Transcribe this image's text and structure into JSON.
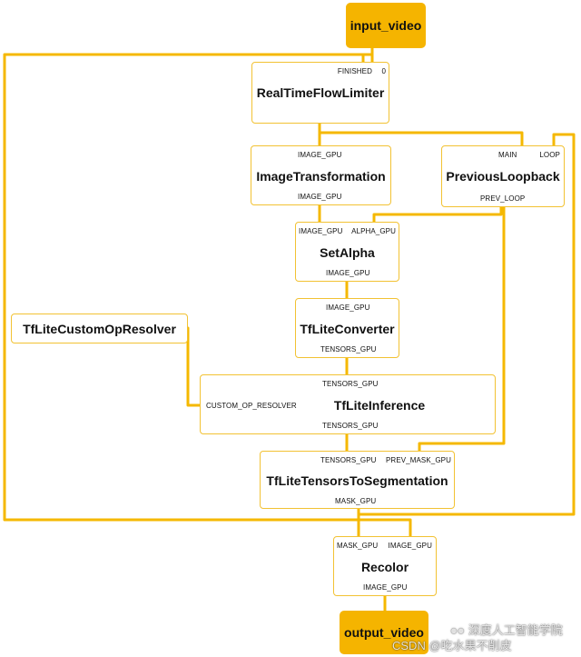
{
  "colors": {
    "wire": "#f5b800",
    "node_border": "#f2c233",
    "io_fill": "#f5b400"
  },
  "inputs": {
    "input_video": "input_video"
  },
  "outputs": {
    "output_video": "output_video"
  },
  "nodes": {
    "flow_limiter": {
      "title": "RealTimeFlowLimiter",
      "ports": {
        "finished": "FINISHED",
        "zero": "0"
      }
    },
    "image_transformation": {
      "title": "ImageTransformation",
      "ports": {
        "in": "IMAGE_GPU",
        "out": "IMAGE_GPU"
      }
    },
    "previous_loopback": {
      "title": "PreviousLoopback",
      "ports": {
        "main": "MAIN",
        "loop": "LOOP",
        "prev_loop": "PREV_LOOP"
      }
    },
    "set_alpha": {
      "title": "SetAlpha",
      "ports": {
        "image": "IMAGE_GPU",
        "alpha": "ALPHA_GPU",
        "out": "IMAGE_GPU"
      }
    },
    "tflite_converter": {
      "title": "TfLiteConverter",
      "ports": {
        "in": "IMAGE_GPU",
        "out": "TENSORS_GPU"
      }
    },
    "custom_op_resolver": {
      "title": "TfLiteCustomOpResolver"
    },
    "tflite_inference": {
      "title": "TfLiteInference",
      "ports": {
        "in": "TENSORS_GPU",
        "resolver": "CUSTOM_OP_RESOLVER",
        "out": "TENSORS_GPU"
      }
    },
    "tensors_to_segmentation": {
      "title": "TfLiteTensorsToSegmentation",
      "ports": {
        "tensors": "TENSORS_GPU",
        "prev_mask": "PREV_MASK_GPU",
        "out": "MASK_GPU"
      }
    },
    "recolor": {
      "title": "Recolor",
      "ports": {
        "mask": "MASK_GPU",
        "image": "IMAGE_GPU",
        "out": "IMAGE_GPU"
      }
    }
  },
  "watermark": {
    "line1": "深度人工智能学院",
    "line2": "CSDN @吃水果不削皮"
  }
}
